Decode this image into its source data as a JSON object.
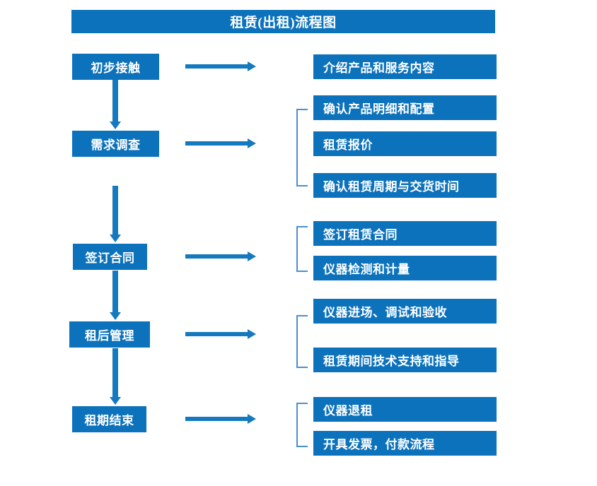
{
  "diagram": {
    "title": "租赁(出租)流程图",
    "colors": {
      "box_fill": "#0c72bc",
      "box_text": "#ffffff",
      "arrow": "#1479be",
      "bracket": "#4a8fd0",
      "background": "#ffffff"
    },
    "stages": [
      {
        "label": "初步接触"
      },
      {
        "label": "需求调查"
      },
      {
        "label": "签订合同"
      },
      {
        "label": "租后管理"
      },
      {
        "label": "租期结束"
      }
    ],
    "groups": [
      {
        "stage": "初步接触",
        "bracketed": false,
        "details": [
          {
            "label": "介绍产品和服务内容"
          }
        ]
      },
      {
        "stage": "需求调查",
        "bracketed": true,
        "details": [
          {
            "label": "确认产品明细和配置"
          },
          {
            "label": "租赁报价"
          },
          {
            "label": "确认租赁周期与交货时间"
          }
        ]
      },
      {
        "stage": "签订合同",
        "bracketed": true,
        "details": [
          {
            "label": "签订租赁合同"
          },
          {
            "label": "仪器检测和计量"
          }
        ]
      },
      {
        "stage": "租后管理",
        "bracketed": true,
        "details": [
          {
            "label": "仪器进场、调试和验收"
          },
          {
            "label": "租赁期间技术支持和指导"
          }
        ]
      },
      {
        "stage": "租期结束",
        "bracketed": true,
        "details": [
          {
            "label": "仪器退租"
          },
          {
            "label": "开具发票，付款流程"
          }
        ]
      }
    ],
    "connectors": {
      "horizontal_arrow_count": 5,
      "vertical_arrow_count": 4
    }
  }
}
